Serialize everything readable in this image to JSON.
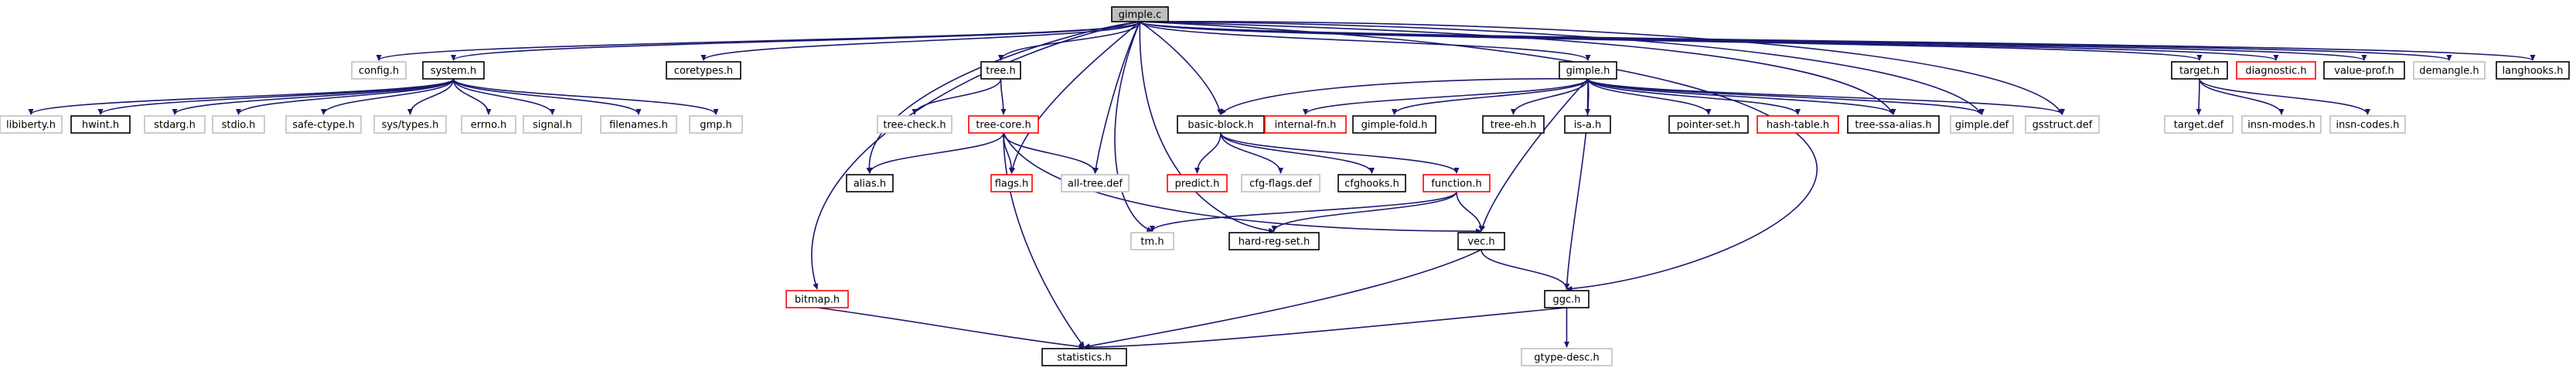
{
  "nodes": [
    {
      "id": "gimple_c",
      "label": "gimple.c",
      "style": "root"
    },
    {
      "id": "config_h",
      "label": "config.h",
      "style": "plain"
    },
    {
      "id": "system_h",
      "label": "system.h",
      "style": "file"
    },
    {
      "id": "coretypes_h",
      "label": "coretypes.h",
      "style": "file"
    },
    {
      "id": "tree_h",
      "label": "tree.h",
      "style": "file"
    },
    {
      "id": "gimple_h",
      "label": "gimple.h",
      "style": "file"
    },
    {
      "id": "target_h",
      "label": "target.h",
      "style": "file"
    },
    {
      "id": "diagnostic_h",
      "label": "diagnostic.h",
      "style": "red"
    },
    {
      "id": "value_prof_h",
      "label": "value-prof.h",
      "style": "file"
    },
    {
      "id": "demangle_h",
      "label": "demangle.h",
      "style": "plain"
    },
    {
      "id": "langhooks_h",
      "label": "langhooks.h",
      "style": "file"
    },
    {
      "id": "libiberty_h",
      "label": "libiberty.h",
      "style": "plain"
    },
    {
      "id": "hwint_h",
      "label": "hwint.h",
      "style": "file"
    },
    {
      "id": "stdarg_h",
      "label": "stdarg.h",
      "style": "plain"
    },
    {
      "id": "stdio_h",
      "label": "stdio.h",
      "style": "plain"
    },
    {
      "id": "safe_ctype_h",
      "label": "safe-ctype.h",
      "style": "plain"
    },
    {
      "id": "sys_types_h",
      "label": "sys/types.h",
      "style": "plain"
    },
    {
      "id": "errno_h",
      "label": "errno.h",
      "style": "plain"
    },
    {
      "id": "signal_h",
      "label": "signal.h",
      "style": "plain"
    },
    {
      "id": "filenames_h",
      "label": "filenames.h",
      "style": "plain"
    },
    {
      "id": "gmp_h",
      "label": "gmp.h",
      "style": "plain"
    },
    {
      "id": "tree_check_h",
      "label": "tree-check.h",
      "style": "plain"
    },
    {
      "id": "tree_core_h",
      "label": "tree-core.h",
      "style": "red"
    },
    {
      "id": "basic_block_h",
      "label": "basic-block.h",
      "style": "file"
    },
    {
      "id": "internal_fn_h",
      "label": "internal-fn.h",
      "style": "red"
    },
    {
      "id": "gimple_fold_h",
      "label": "gimple-fold.h",
      "style": "file"
    },
    {
      "id": "tree_eh_h",
      "label": "tree-eh.h",
      "style": "file"
    },
    {
      "id": "is_a_h",
      "label": "is-a.h",
      "style": "file"
    },
    {
      "id": "pointer_set_h",
      "label": "pointer-set.h",
      "style": "file"
    },
    {
      "id": "hash_table_h",
      "label": "hash-table.h",
      "style": "red"
    },
    {
      "id": "tree_ssa_alias_h",
      "label": "tree-ssa-alias.h",
      "style": "file"
    },
    {
      "id": "gimple_def",
      "label": "gimple.def",
      "style": "plain"
    },
    {
      "id": "gsstruct_def",
      "label": "gsstruct.def",
      "style": "plain"
    },
    {
      "id": "target_def",
      "label": "target.def",
      "style": "plain"
    },
    {
      "id": "insn_modes_h",
      "label": "insn-modes.h",
      "style": "plain"
    },
    {
      "id": "insn_codes_h",
      "label": "insn-codes.h",
      "style": "plain"
    },
    {
      "id": "alias_h",
      "label": "alias.h",
      "style": "file"
    },
    {
      "id": "flags_h",
      "label": "flags.h",
      "style": "red"
    },
    {
      "id": "all_tree_def",
      "label": "all-tree.def",
      "style": "plain"
    },
    {
      "id": "predict_h",
      "label": "predict.h",
      "style": "red"
    },
    {
      "id": "cfg_flags_def",
      "label": "cfg-flags.def",
      "style": "plain"
    },
    {
      "id": "cfghooks_h",
      "label": "cfghooks.h",
      "style": "file"
    },
    {
      "id": "function_h",
      "label": "function.h",
      "style": "red"
    },
    {
      "id": "tm_h",
      "label": "tm.h",
      "style": "plain"
    },
    {
      "id": "hard_reg_set_h",
      "label": "hard-reg-set.h",
      "style": "file"
    },
    {
      "id": "vec_h",
      "label": "vec.h",
      "style": "file"
    },
    {
      "id": "bitmap_h",
      "label": "bitmap.h",
      "style": "red"
    },
    {
      "id": "ggc_h",
      "label": "ggc.h",
      "style": "file"
    },
    {
      "id": "statistics_h",
      "label": "statistics.h",
      "style": "file"
    },
    {
      "id": "gtype_desc_h",
      "label": "gtype-desc.h",
      "style": "plain"
    }
  ],
  "edges": [
    [
      "gimple_c",
      "config_h"
    ],
    [
      "gimple_c",
      "system_h"
    ],
    [
      "gimple_c",
      "coretypes_h"
    ],
    [
      "gimple_c",
      "tree_h"
    ],
    [
      "gimple_c",
      "gimple_h"
    ],
    [
      "gimple_c",
      "target_h"
    ],
    [
      "gimple_c",
      "diagnostic_h"
    ],
    [
      "gimple_c",
      "value_prof_h"
    ],
    [
      "gimple_c",
      "demangle_h"
    ],
    [
      "gimple_c",
      "langhooks_h"
    ],
    [
      "gimple_c",
      "basic_block_h"
    ],
    [
      "gimple_c",
      "alias_h"
    ],
    [
      "gimple_c",
      "flags_h"
    ],
    [
      "gimple_c",
      "all_tree_def"
    ],
    [
      "gimple_c",
      "tm_h"
    ],
    [
      "gimple_c",
      "hard_reg_set_h"
    ],
    [
      "gimple_c",
      "bitmap_h"
    ],
    [
      "gimple_c",
      "ggc_h"
    ],
    [
      "gimple_c",
      "gimple_def"
    ],
    [
      "gimple_c",
      "gsstruct_def"
    ],
    [
      "gimple_c",
      "tree_ssa_alias_h"
    ],
    [
      "system_h",
      "libiberty_h"
    ],
    [
      "system_h",
      "hwint_h"
    ],
    [
      "system_h",
      "stdarg_h"
    ],
    [
      "system_h",
      "stdio_h"
    ],
    [
      "system_h",
      "safe_ctype_h"
    ],
    [
      "system_h",
      "sys_types_h"
    ],
    [
      "system_h",
      "errno_h"
    ],
    [
      "system_h",
      "signal_h"
    ],
    [
      "system_h",
      "filenames_h"
    ],
    [
      "system_h",
      "gmp_h"
    ],
    [
      "tree_h",
      "tree_check_h"
    ],
    [
      "tree_h",
      "tree_core_h"
    ],
    [
      "tree_core_h",
      "alias_h"
    ],
    [
      "tree_core_h",
      "flags_h"
    ],
    [
      "tree_core_h",
      "all_tree_def"
    ],
    [
      "tree_core_h",
      "vec_h"
    ],
    [
      "tree_core_h",
      "statistics_h"
    ],
    [
      "gimple_h",
      "basic_block_h"
    ],
    [
      "gimple_h",
      "internal_fn_h"
    ],
    [
      "gimple_h",
      "gimple_fold_h"
    ],
    [
      "gimple_h",
      "tree_eh_h"
    ],
    [
      "gimple_h",
      "is_a_h"
    ],
    [
      "gimple_h",
      "pointer_set_h"
    ],
    [
      "gimple_h",
      "hash_table_h"
    ],
    [
      "gimple_h",
      "tree_ssa_alias_h"
    ],
    [
      "gimple_h",
      "gimple_def"
    ],
    [
      "gimple_h",
      "gsstruct_def"
    ],
    [
      "gimple_h",
      "vec_h"
    ],
    [
      "gimple_h",
      "ggc_h"
    ],
    [
      "target_h",
      "target_def"
    ],
    [
      "target_h",
      "insn_modes_h"
    ],
    [
      "target_h",
      "insn_codes_h"
    ],
    [
      "basic_block_h",
      "predict_h"
    ],
    [
      "basic_block_h",
      "cfg_flags_def"
    ],
    [
      "basic_block_h",
      "cfghooks_h"
    ],
    [
      "basic_block_h",
      "function_h"
    ],
    [
      "function_h",
      "tm_h"
    ],
    [
      "function_h",
      "hard_reg_set_h"
    ],
    [
      "function_h",
      "vec_h"
    ],
    [
      "vec_h",
      "ggc_h"
    ],
    [
      "vec_h",
      "statistics_h"
    ],
    [
      "bitmap_h",
      "statistics_h"
    ],
    [
      "ggc_h",
      "statistics_h"
    ],
    [
      "ggc_h",
      "gtype_desc_h"
    ]
  ]
}
